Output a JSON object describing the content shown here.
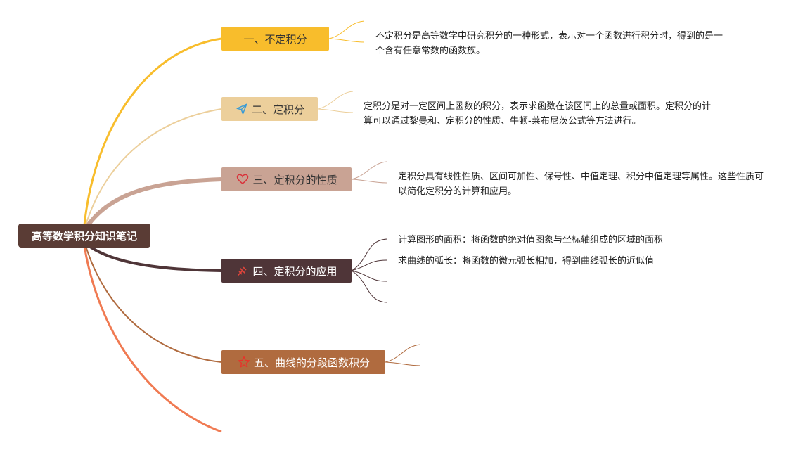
{
  "root": {
    "label": "高等数学积分知识笔记"
  },
  "branches": [
    {
      "label": "一、不定积分",
      "icon": "none",
      "notes": [
        "不定积分是高等数学中研究积分的一种形式，表示对一个函数进行积分时，得到的是一个含有任意常数的函数族。"
      ]
    },
    {
      "label": "二、定积分",
      "icon": "paper-plane-icon",
      "notes": [
        "定积分是对一定区间上函数的积分，表示求函数在该区间上的总量或面积。定积分的计算可以通过黎曼和、定积分的性质、牛顿-莱布尼茨公式等方法进行。"
      ]
    },
    {
      "label": "三、定积分的性质",
      "icon": "heart-icon",
      "notes": [
        "定积分具有线性性质、区间可加性、保号性、中值定理、积分中值定理等属性。这些性质可以简化定积分的计算和应用。"
      ]
    },
    {
      "label": "四、定积分的应用",
      "icon": "tools-icon",
      "notes": [
        "计算图形的面积：将函数的绝对值图象与坐标轴组成的区域的面积",
        "求曲线的弧长：将函数的微元弧长相加，得到曲线弧长的近似值"
      ]
    },
    {
      "label": "五、曲线的分段函数积分",
      "icon": "star-icon",
      "notes": []
    }
  ],
  "colors": {
    "root": "#5a3c35",
    "branch1": "#f8bd2c",
    "branch2": "#eccf9b",
    "branch3": "#c9a394",
    "branch4": "#4f3538",
    "branch5": "#b06b3f",
    "extra_curve": "#f07a52"
  }
}
